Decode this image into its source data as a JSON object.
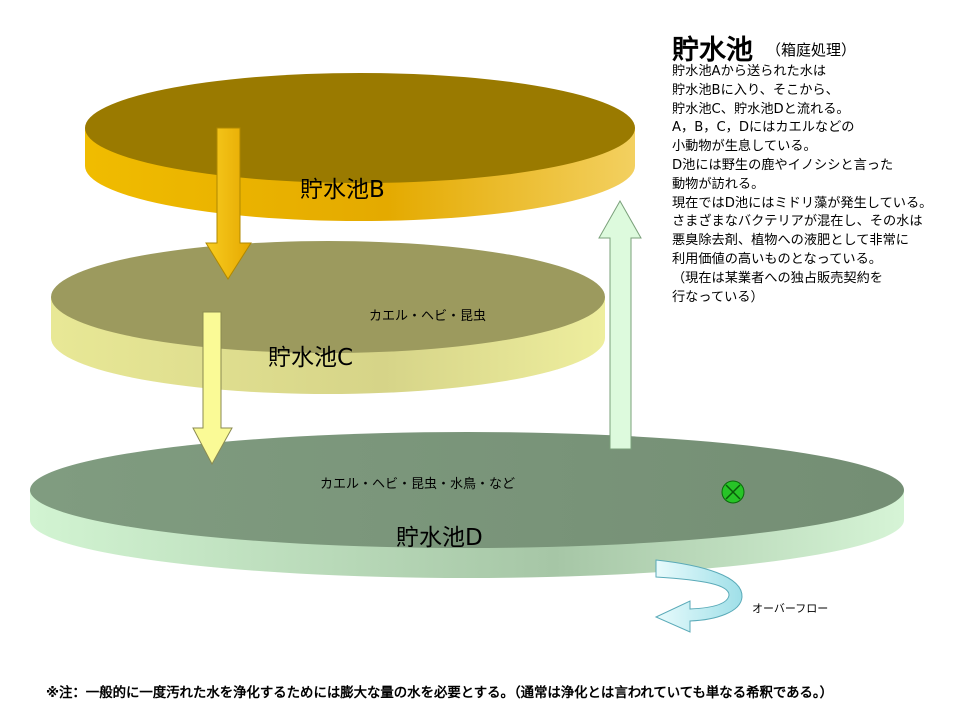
{
  "title": "貯水池",
  "subtitle": "（箱庭処理）",
  "description": [
    "貯水池Aから送られた水は",
    "貯水池Bに入り、そこから、",
    "貯水池C、貯水池Dと流れる。",
    "A，B，C，Dにはカエルなどの",
    "小動物が生息している。",
    "D池には野生の鹿やイノシシと言った",
    "動物が訪れる。",
    "現在ではD池にはミドリ藻が発生している。",
    "さまざまなバクテリアが混在し、その水は",
    "悪臭除去剤、植物への液肥として非常に",
    "利用価値の高いものとなっている。",
    "（現在は某業者への独占販売契約を",
    "行なっている）"
  ],
  "ponds": {
    "b": {
      "label": "貯水池B",
      "color_top": "#9a7a00",
      "color_side": "#e6b000"
    },
    "c": {
      "label": "貯水池C",
      "fauna": "カエル・ヘビ・昆虫",
      "color_top": "#9c9a5e",
      "color_side": "#dede8a"
    },
    "d": {
      "label": "貯水池D",
      "fauna": "カエル・ヘビ・昆虫・水鳥・など",
      "color_top": "#7e9a7e",
      "color_side": "#c4ecc4"
    }
  },
  "overflow_label": "オーバーフロー",
  "footnote": "※注：一般的に一度汚れた水を浄化するためには膨大な量の水を必要とする。（通常は浄化とは言われていても単なる希釈である。）",
  "colors": {
    "arrow_b_to_c": "#f2b800",
    "arrow_c_to_d": "#fafa96",
    "arrow_up": "#ddfadd",
    "marker": "#27c427",
    "overflow_arrow": "#c8f3f8"
  },
  "icons": {
    "marker": "circle-x-icon"
  }
}
